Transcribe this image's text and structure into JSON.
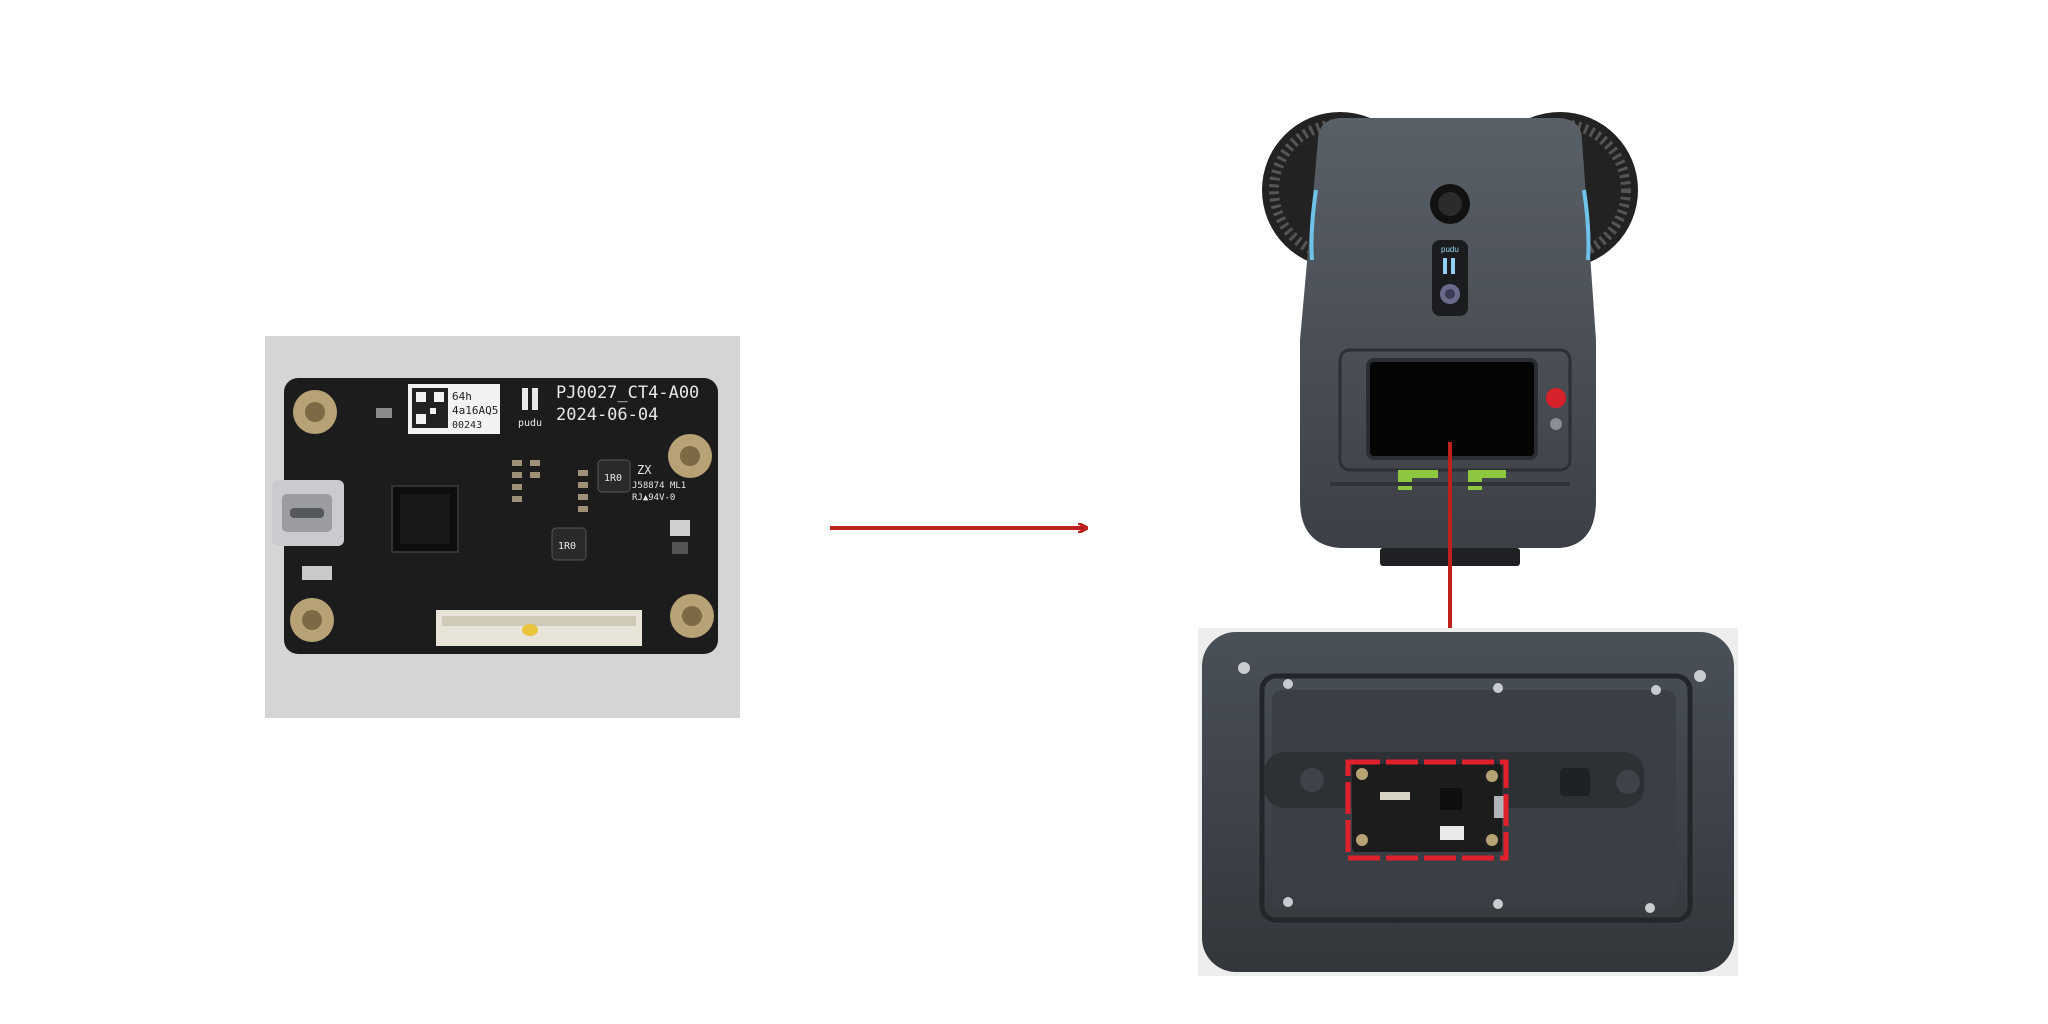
{
  "pcb": {
    "part_number": "PJ0027_CT4-A00",
    "date": "2024-06-04",
    "brand": "pudu",
    "label_line1": "64h",
    "label_line2": "4a16AQ5",
    "label_line3": "00243",
    "marking_zx": "ZX",
    "marking_batch": "J58874 ML1",
    "marking_cert": "RJ▲94V-0",
    "inductor_top": "1R0",
    "inductor_mid": "1R0"
  },
  "robot": {
    "brand": "pudu"
  },
  "colors": {
    "arrow": "#c0201b",
    "highlight": "#e0202a",
    "pcb_black": "#1a1a1a",
    "robot_body": "#4a4f55",
    "accent_green": "#8dc63f"
  }
}
